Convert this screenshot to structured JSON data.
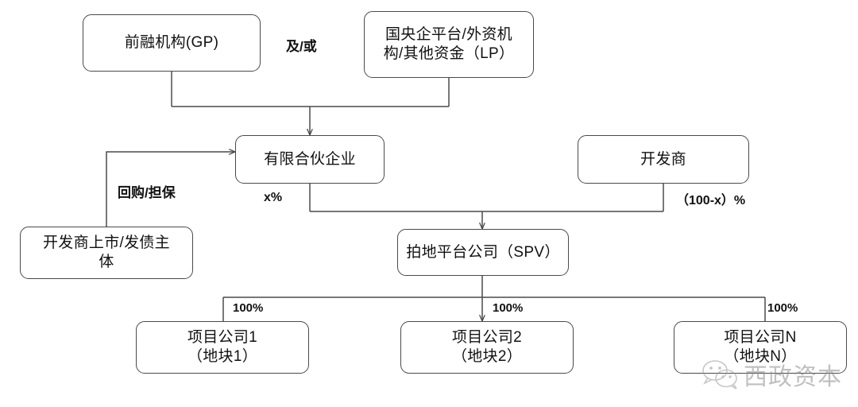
{
  "diagram": {
    "nodes": {
      "gp": {
        "label": "前融机构(GP)"
      },
      "lp_line1": "国央企平台/外资机",
      "lp_line2": "构/其他资金（LP）",
      "partnership": {
        "label": "有限合伙企业"
      },
      "developer": {
        "label": "开发商"
      },
      "guarantor_line1": "开发商上市/发债主",
      "guarantor_line2": "体",
      "spv": {
        "label": "拍地平台公司（SPV）"
      },
      "project1_line1": "项目公司1",
      "project1_line2": "（地块1）",
      "project2_line1": "项目公司2",
      "project2_line2": "（地块2）",
      "projectn_line1": "项目公司N",
      "projectn_line2": "（地块N）"
    },
    "edge_labels": {
      "and_or": "及/或",
      "repurchase_guarantee": "回购/担保",
      "x_percent": "x%",
      "hundred_minus_x_percent": "（100-x）%",
      "pct1": "100%",
      "pct2": "100%",
      "pctn": "100%"
    },
    "watermark": {
      "icon": "wechat-icon",
      "text": "西政资本"
    },
    "colors": {
      "stroke": "#4a4a4a",
      "text": "#111111",
      "background": "#ffffff",
      "watermark": "#8d8d8d"
    }
  }
}
